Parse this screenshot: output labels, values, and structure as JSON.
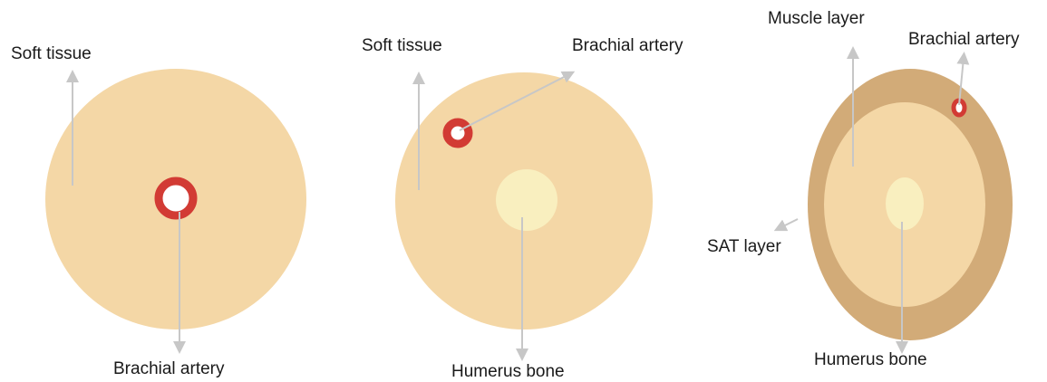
{
  "panels": [
    {
      "labels": {
        "soft_tissue": "Soft tissue",
        "brachial_artery": "Brachial artery"
      }
    },
    {
      "labels": {
        "soft_tissue": "Soft tissue",
        "brachial_artery": "Brachial artery",
        "humerus_bone": "Humerus bone"
      }
    },
    {
      "labels": {
        "muscle_layer": "Muscle layer",
        "brachial_artery": "Brachial artery",
        "sat_layer": "SAT layer",
        "humerus_bone": "Humerus bone"
      }
    }
  ],
  "colors": {
    "soft_tissue": "#f4d7a6",
    "sat_layer": "#d2ab78",
    "bone": "#f9efbf",
    "artery": "#d23b34",
    "lumen": "#ffffff",
    "arrow": "#c7c7c7"
  }
}
